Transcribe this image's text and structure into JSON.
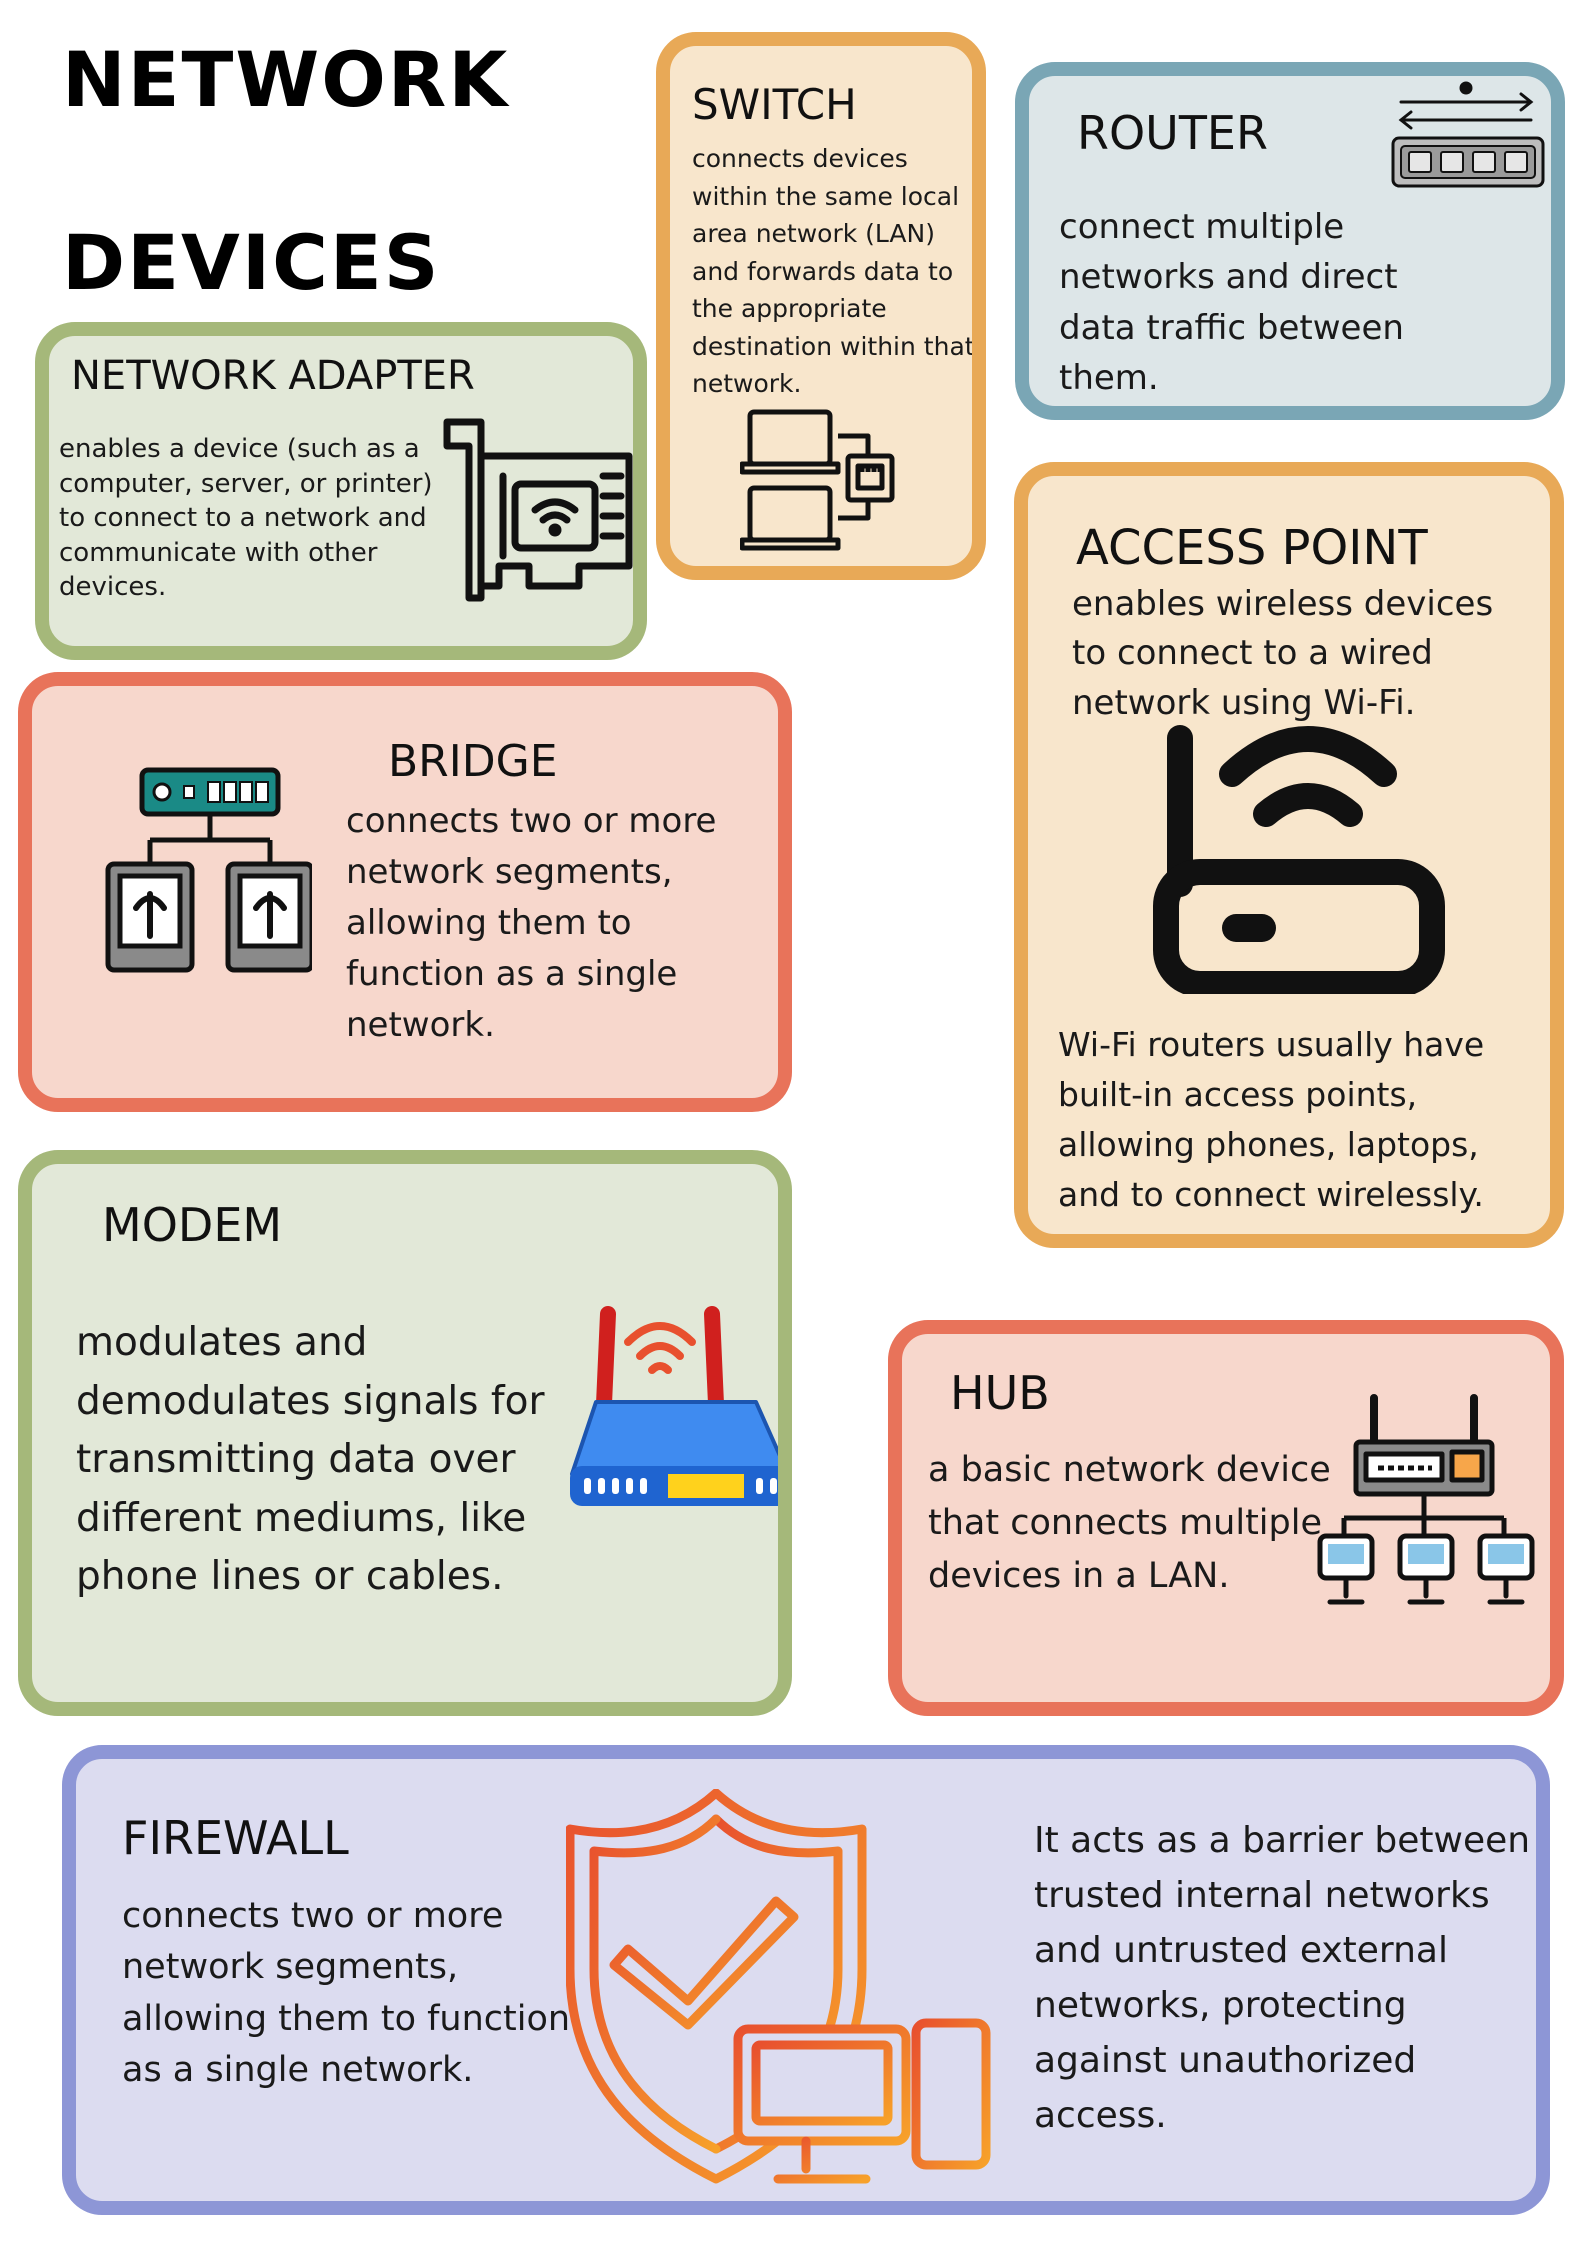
{
  "header": {
    "line1": "NETWORK",
    "line2": "DEVICES"
  },
  "cards": {
    "network_adapter": {
      "title": "NETWORK ADAPTER",
      "text": "enables a device (such as a computer, server, or printer) to connect to a network and communicate with other devices.",
      "icon": "network-card-icon"
    },
    "switch": {
      "title": "SWITCH",
      "text": " connects devices within the same local area network (LAN) and forwards data to the appropriate destination within that network.",
      "icon": "switch-icon"
    },
    "router": {
      "title": "ROUTER",
      "text": "connect multiple networks and direct data traffic between them.",
      "icon": "router-icon"
    },
    "access_point": {
      "title": "ACCESS POINT",
      "text": " enables wireless devices to connect to a wired network using Wi-Fi.",
      "note": "Wi-Fi routers usually have built-in access points, allowing phones, laptops, and to connect wirelessly.",
      "icon": "wifi-access-point-icon"
    },
    "bridge": {
      "title": "BRIDGE",
      "text": "connects two or more network segments, allowing them to function as a single network.",
      "icon": "bridge-icon"
    },
    "modem": {
      "title": "MODEM",
      "text": "modulates and demodulates signals for transmitting data over different mediums, like phone lines or cables.",
      "icon": "modem-icon"
    },
    "hub": {
      "title": "HUB",
      "text": "a basic network device that connects multiple devices in a LAN.",
      "icon": "hub-icon"
    },
    "firewall": {
      "title": "FIREWALL",
      "text": "connects two or more network segments, allowing them to function as a single network.",
      "note": " It acts as a barrier between trusted internal networks and untrusted external networks, protecting against unauthorized access.",
      "icon": "shield-check-icon"
    }
  },
  "colors": {
    "green_border": "#a5b87a",
    "orange_border": "#e8a957",
    "blue_border": "#7aa6b5",
    "salmon_border": "#e8735a",
    "violet_border": "#8d96d6"
  }
}
